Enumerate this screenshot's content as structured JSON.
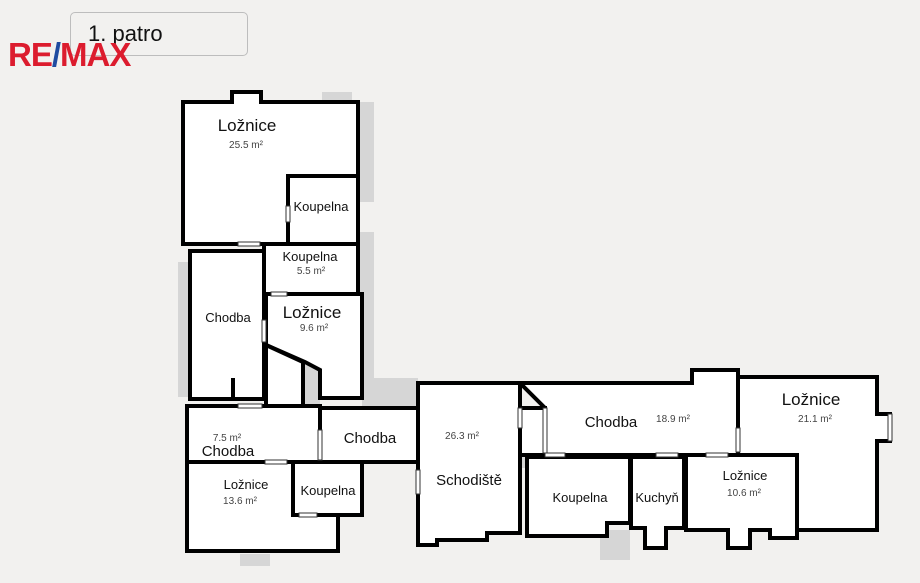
{
  "header": {
    "floor_label": "1. patro"
  },
  "logo": {
    "part1": "RE",
    "slash": "/",
    "part2": "MAX",
    "colors": {
      "red": "#dc1c2e",
      "blue": "#1f4ba0"
    }
  },
  "rooms": [
    {
      "name": "Ložnice",
      "area": "25.5 m²"
    },
    {
      "name": "Koupelna"
    },
    {
      "name": "Koupelna",
      "area": "5.5 m²"
    },
    {
      "name": "Chodba"
    },
    {
      "name": "Ložnice",
      "area": "9.6 m²"
    },
    {
      "name": "Chodba",
      "area": "7.5 m²"
    },
    {
      "name": "Chodba"
    },
    {
      "name": "Schodiště",
      "area": "26.3 m²"
    },
    {
      "name": "Ložnice",
      "area": "13.6 m²"
    },
    {
      "name": "Koupelna"
    },
    {
      "name": "Chodba",
      "area": "18.9 m²"
    },
    {
      "name": "Ložnice",
      "area": "21.1 m²"
    },
    {
      "name": "Koupelna"
    },
    {
      "name": "Kuchyň"
    },
    {
      "name": "Ložnice",
      "area": "10.6 m²"
    }
  ]
}
